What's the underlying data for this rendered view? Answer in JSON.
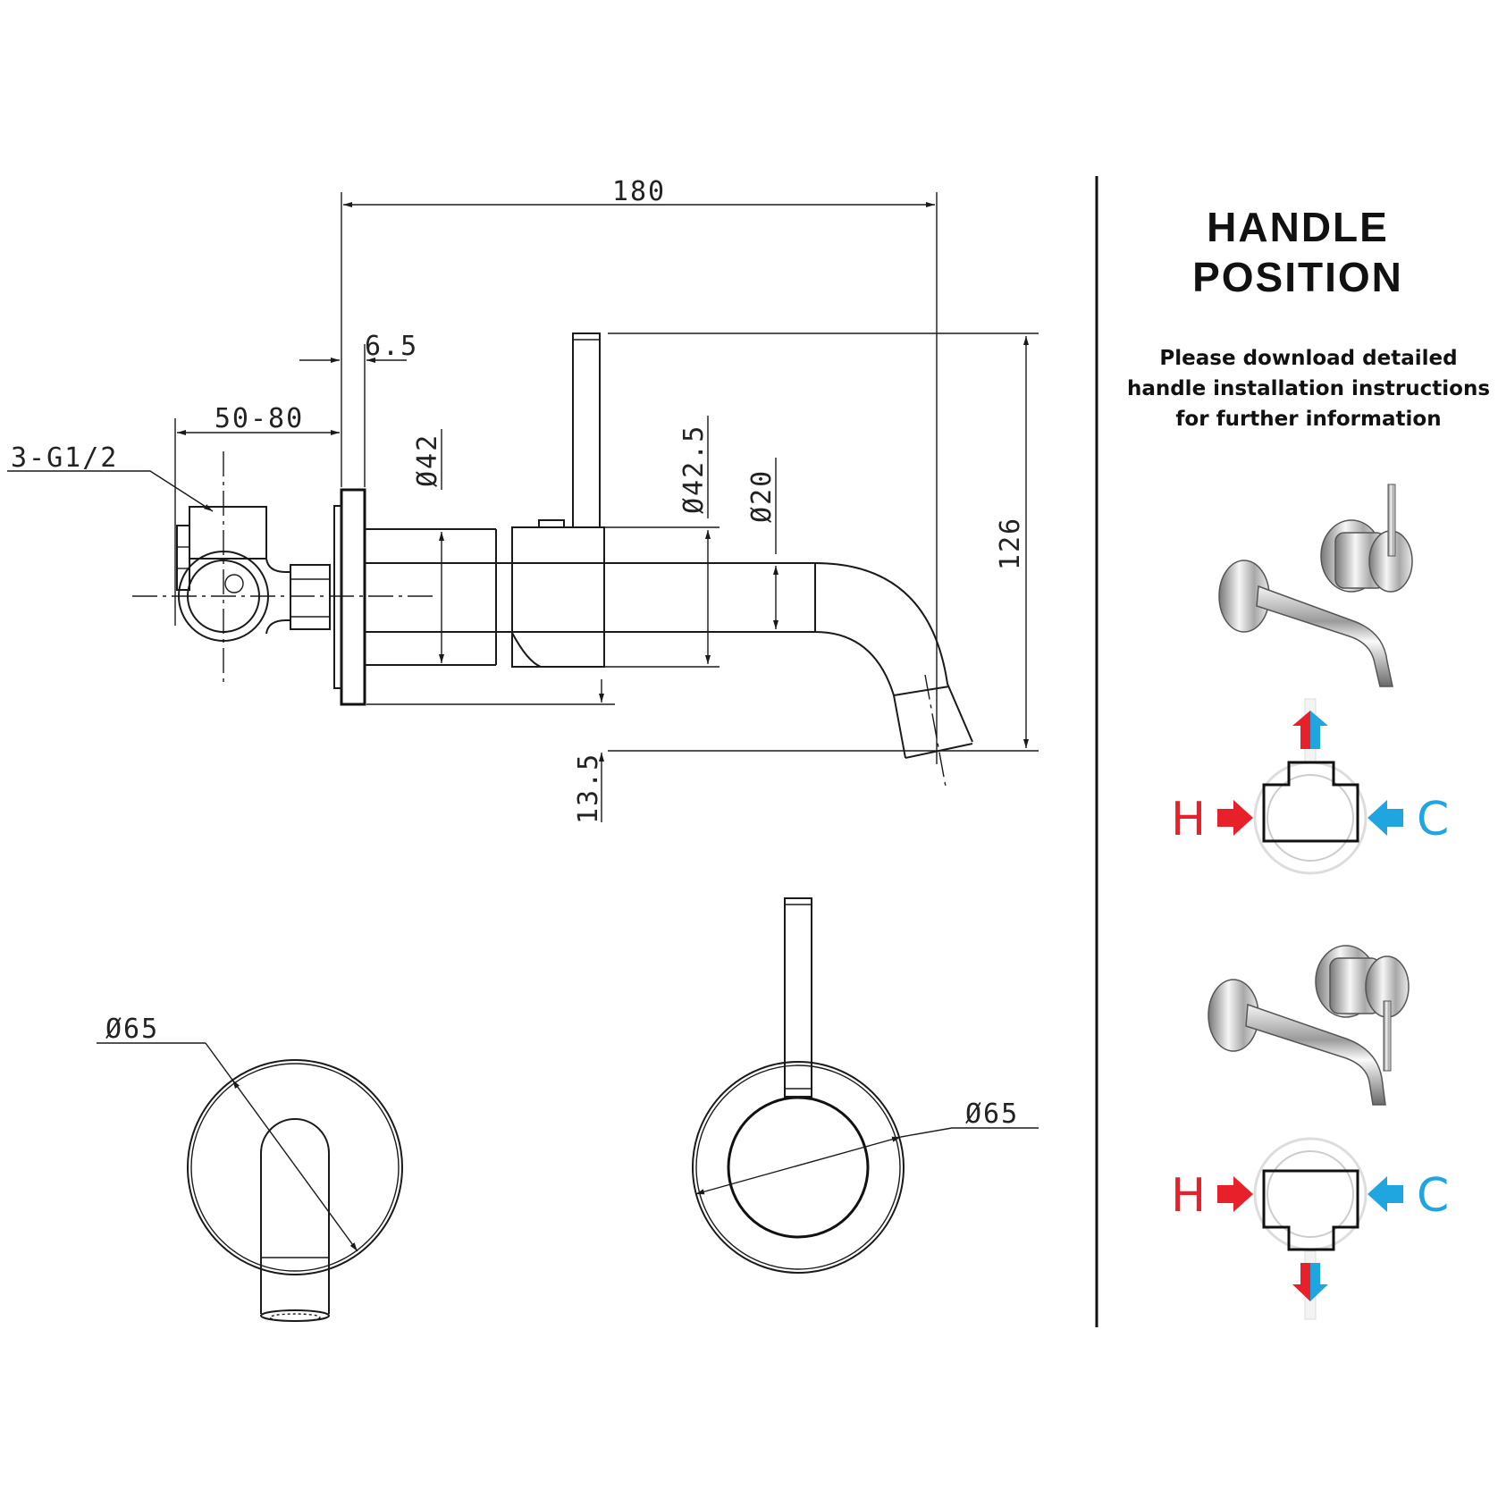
{
  "dimensions": {
    "overall_length": "180",
    "flange_thickness": "6.5",
    "wall_depth": "50-80",
    "inlets": "3-G1/2",
    "body_dia": "Ø42",
    "handle_dia": "Ø42.5",
    "spout_dia": "Ø20",
    "height": "126",
    "outlet_offset": "13.5",
    "plate_dia_left": "Ø65",
    "plate_dia_right": "Ø65"
  },
  "handle_panel": {
    "title_line1": "HANDLE",
    "title_line2": "POSITION",
    "note_line1": "Please download detailed",
    "note_line2": "handle installation instructions",
    "note_line3": "for further information",
    "hot_label": "H",
    "cold_label": "C"
  },
  "colors": {
    "hot": "#e8202a",
    "cold": "#1fa6e0",
    "line": "#1a1a1a"
  }
}
